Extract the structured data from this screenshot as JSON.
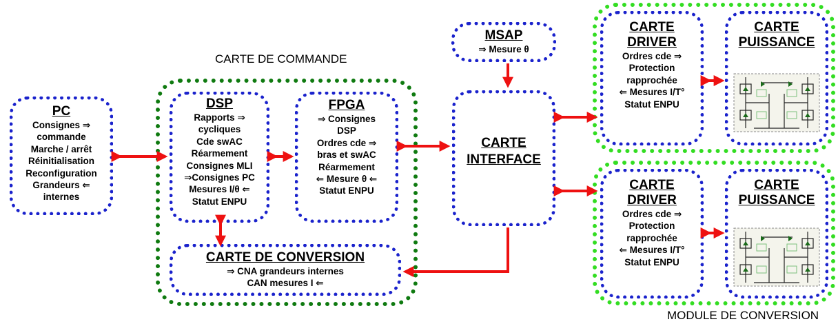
{
  "labels": {
    "carte_commande": "CARTE DE COMMANDE",
    "module_conversion": "MODULE DE CONVERSION"
  },
  "pc": {
    "title": "PC",
    "lines": [
      "Consignes ⇒",
      "commande",
      "Marche / arrêt",
      "Réinitialisation",
      "Reconfiguration",
      "Grandeurs ⇐",
      "internes"
    ]
  },
  "dsp": {
    "title": "DSP",
    "lines": [
      "Rapports ⇒",
      "cycliques",
      "Cde swAC",
      "Réarmement",
      "Consignes MLI",
      "⇒Consignes PC",
      "Mesures I/θ ⇐",
      "Statut ENPU"
    ]
  },
  "fpga": {
    "title": "FPGA",
    "lines": [
      "⇒ Consignes",
      "DSP",
      "Ordres cde ⇒",
      "bras et swAC",
      "Réarmement",
      "⇐ Mesure θ ⇐",
      "Statut ENPU"
    ]
  },
  "conversion": {
    "title": "CARTE DE CONVERSION",
    "lines": [
      "⇒ CNA grandeurs internes",
      "CAN mesures I ⇐"
    ]
  },
  "msap": {
    "title": "MSAP",
    "lines": [
      "⇒ Mesure θ"
    ]
  },
  "interface": {
    "title_line1": "CARTE",
    "title_line2": "INTERFACE"
  },
  "driver_top": {
    "title_line1": "CARTE",
    "title_line2": "DRIVER",
    "lines": [
      "Ordres cde ⇒",
      "Protection",
      "rapprochée",
      "⇐ Mesures I/T°",
      "Statut ENPU"
    ]
  },
  "puissance_top": {
    "title_line1": "CARTE",
    "title_line2": "PUISSANCE"
  },
  "driver_bottom": {
    "title_line1": "CARTE",
    "title_line2": "DRIVER",
    "lines": [
      "Ordres cde ⇒",
      "Protection",
      "rapprochée",
      "⇐ Mesures I/T°",
      "Statut ENPU"
    ]
  },
  "puissance_bottom": {
    "title_line1": "CARTE",
    "title_line2": "PUISSANCE"
  },
  "colors": {
    "blue_border": "#1a22cc",
    "dark_green_border": "#0f7a10",
    "light_green_border": "#33dd22",
    "arrow": "#ee1111"
  }
}
